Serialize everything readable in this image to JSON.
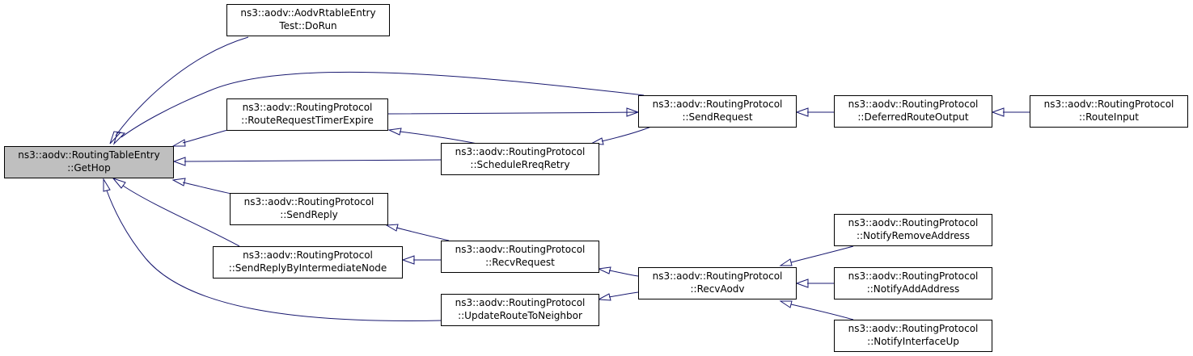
{
  "colors": {
    "edge": "#191970",
    "root_fill": "#bfbfbf",
    "node_fill": "#ffffff",
    "node_stroke": "#000000"
  },
  "nodes": {
    "gethop": {
      "line1": "ns3::aodv::RoutingTableEntry",
      "line2": "::GetHop"
    },
    "dorun": {
      "line1": "ns3::aodv::AodvRtableEntry",
      "line2": "Test::DoRun"
    },
    "routerequesttimerexpire": {
      "line1": "ns3::aodv::RoutingProtocol",
      "line2": "::RouteRequestTimerExpire"
    },
    "sendrequest": {
      "line1": "ns3::aodv::RoutingProtocol",
      "line2": "::SendRequest"
    },
    "deferredrouteoutput": {
      "line1": "ns3::aodv::RoutingProtocol",
      "line2": "::DeferredRouteOutput"
    },
    "routeinput": {
      "line1": "ns3::aodv::RoutingProtocol",
      "line2": "::RouteInput"
    },
    "schedulerreqretry": {
      "line1": "ns3::aodv::RoutingProtocol",
      "line2": "::ScheduleRreqRetry"
    },
    "sendreply": {
      "line1": "ns3::aodv::RoutingProtocol",
      "line2": "::SendReply"
    },
    "sendreplybyintermediatenode": {
      "line1": "ns3::aodv::RoutingProtocol",
      "line2": "::SendReplyByIntermediateNode"
    },
    "recvrequest": {
      "line1": "ns3::aodv::RoutingProtocol",
      "line2": "::RecvRequest"
    },
    "recvaodv": {
      "line1": "ns3::aodv::RoutingProtocol",
      "line2": "::RecvAodv"
    },
    "updateroutetoneighbor": {
      "line1": "ns3::aodv::RoutingProtocol",
      "line2": "::UpdateRouteToNeighbor"
    },
    "notifyremoveaddress": {
      "line1": "ns3::aodv::RoutingProtocol",
      "line2": "::NotifyRemoveAddress"
    },
    "notifyaddaddress": {
      "line1": "ns3::aodv::RoutingProtocol",
      "line2": "::NotifyAddAddress"
    },
    "notifyinterfaceup": {
      "line1": "ns3::aodv::RoutingProtocol",
      "line2": "::NotifyInterfaceUp"
    }
  },
  "edges": [
    {
      "from": "dorun",
      "to": "gethop"
    },
    {
      "from": "sendrequest",
      "to": "gethop"
    },
    {
      "from": "routerequesttimerexpire",
      "to": "gethop"
    },
    {
      "from": "schedulerreqretry",
      "to": "gethop"
    },
    {
      "from": "sendreply",
      "to": "gethop"
    },
    {
      "from": "sendreplybyintermediatenode",
      "to": "gethop"
    },
    {
      "from": "updateroutetoneighbor",
      "to": "gethop"
    },
    {
      "from": "sendrequest",
      "to": "routerequesttimerexpire"
    },
    {
      "from": "schedulerreqretry",
      "to": "routerequesttimerexpire"
    },
    {
      "from": "sendrequest",
      "to": "schedulerreqretry"
    },
    {
      "from": "deferredrouteoutput",
      "to": "sendrequest"
    },
    {
      "from": "routeinput",
      "to": "deferredrouteoutput"
    },
    {
      "from": "recvrequest",
      "to": "sendreply"
    },
    {
      "from": "recvrequest",
      "to": "sendreplybyintermediatenode"
    },
    {
      "from": "recvaodv",
      "to": "recvrequest"
    },
    {
      "from": "recvaodv",
      "to": "updateroutetoneighbor"
    },
    {
      "from": "notifyremoveaddress",
      "to": "recvaodv"
    },
    {
      "from": "notifyaddaddress",
      "to": "recvaodv"
    },
    {
      "from": "notifyinterfaceup",
      "to": "recvaodv"
    }
  ]
}
